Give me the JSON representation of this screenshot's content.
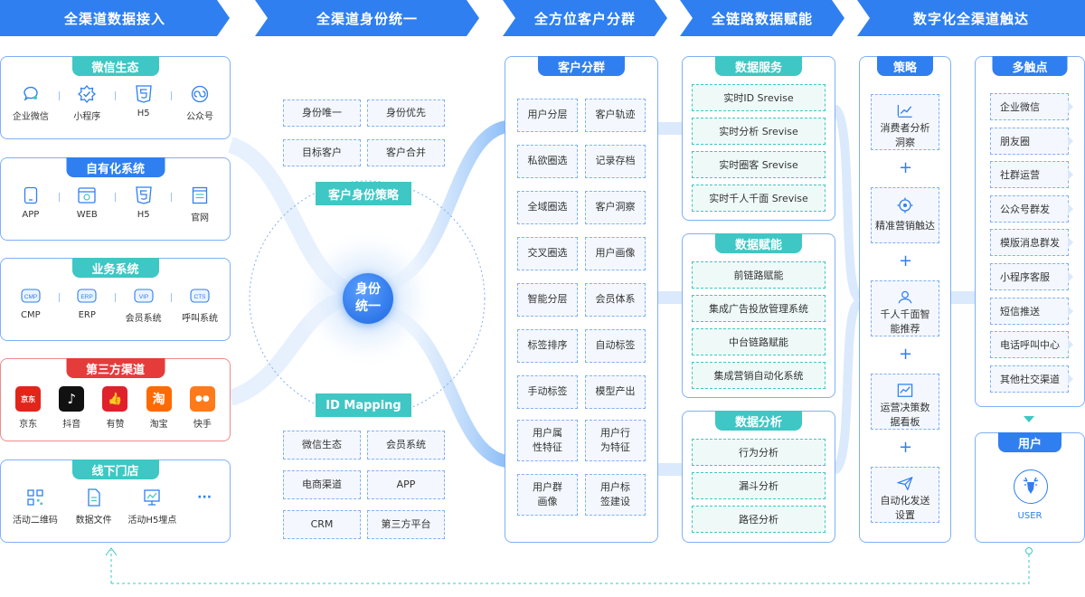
{
  "header": {
    "stages": [
      "全渠道数据接入",
      "全渠道身份统一",
      "全方位客户分群",
      "全链路数据赋能",
      "数字化全渠道触达"
    ]
  },
  "sources": [
    {
      "title": "微信生态",
      "theme": "teal",
      "items": [
        {
          "label": "企业微信",
          "icon": "enterprise-wechat-icon"
        },
        {
          "label": "小程序",
          "icon": "mini-program-icon"
        },
        {
          "label": "H5",
          "icon": "html5-icon"
        },
        {
          "label": "公众号",
          "icon": "official-account-icon"
        }
      ]
    },
    {
      "title": "自有化系统",
      "theme": "blue",
      "items": [
        {
          "label": "APP",
          "icon": "app-icon"
        },
        {
          "label": "WEB",
          "icon": "web-icon"
        },
        {
          "label": "H5",
          "icon": "html5-icon"
        },
        {
          "label": "官网",
          "icon": "website-icon"
        }
      ]
    },
    {
      "title": "业务系统",
      "theme": "teal",
      "items": [
        {
          "label": "CMP",
          "icon": "cmp-icon",
          "badge": "CMP"
        },
        {
          "label": "ERP",
          "icon": "erp-icon",
          "badge": "ERP"
        },
        {
          "label": "会员系统",
          "icon": "vip-icon",
          "badge": "VIP"
        },
        {
          "label": "呼叫系统",
          "icon": "cts-icon",
          "badge": "CTS"
        }
      ]
    },
    {
      "title": "第三方渠道",
      "theme": "red",
      "items": [
        {
          "label": "京东",
          "icon": "jd-icon",
          "badge": "京东",
          "color": "#e1251b"
        },
        {
          "label": "抖音",
          "icon": "douyin-icon",
          "badge": "♪",
          "color": "#111111"
        },
        {
          "label": "有赞",
          "icon": "youzan-icon",
          "badge": "👍",
          "color": "#e0202b"
        },
        {
          "label": "淘宝",
          "icon": "taobao-icon",
          "badge": "淘",
          "color": "#ff6a00"
        },
        {
          "label": "快手",
          "icon": "kuaishou-icon",
          "badge": "●●",
          "color": "#ff7a1a"
        }
      ]
    },
    {
      "title": "线下门店",
      "theme": "teal",
      "items": [
        {
          "label": "活动二维码",
          "icon": "qrcode-icon"
        },
        {
          "label": "数据文件",
          "icon": "file-icon"
        },
        {
          "label": "活动H5埋点",
          "icon": "presentation-icon"
        },
        {
          "label": "",
          "icon": "more-icon",
          "badge": "···"
        }
      ]
    }
  ],
  "identity": {
    "top_boxes": [
      "身份唯一",
      "身份优先",
      "目标客户",
      "客户合并"
    ],
    "strategy_label": "客户身份策略",
    "center_label": "身份\n统一",
    "mapping_label": "ID Mapping",
    "bottom_boxes": [
      "微信生态",
      "会员系统",
      "电商渠道",
      "APP",
      "CRM",
      "第三方平台"
    ]
  },
  "segments": {
    "title": "客户分群",
    "cells": [
      [
        "用户分层",
        "客户轨迹"
      ],
      [
        "私欲圈选",
        "记录存档"
      ],
      [
        "全域圈选",
        "客户洞察"
      ],
      [
        "交叉圈选",
        "用户画像"
      ],
      [
        "智能分层",
        "会员体系"
      ],
      [
        "标签排序",
        "自动标签"
      ],
      [
        "手动标签",
        "模型产出"
      ],
      [
        "用户属\n性特征",
        "用户行\n为特征"
      ],
      [
        "用户群\n画像",
        "用户标\n签建设"
      ]
    ]
  },
  "empower": [
    {
      "title": "数据服务",
      "items": [
        "实时ID Srevise",
        "实时分析 Srevise",
        "实时圈客 Srevise",
        "实时千人千面 Srevise"
      ]
    },
    {
      "title": "数据赋能",
      "items": [
        "前链路赋能",
        "集成广告投放管理系统",
        "中台链路赋能",
        "集成营销自动化系统"
      ]
    },
    {
      "title": "数据分析",
      "items": [
        "行为分析",
        "漏斗分析",
        "路径分析"
      ]
    }
  ],
  "strategy": {
    "title": "策略",
    "items": [
      {
        "label": "消费者分析\n洞察",
        "icon": "trend-chart-icon"
      },
      {
        "label": "精准营销触达",
        "icon": "target-icon"
      },
      {
        "label": "千人千面智\n能推荐",
        "icon": "users-icon"
      },
      {
        "label": "运营决策数\n据看板",
        "icon": "dashboard-icon"
      },
      {
        "label": "自动化发送\n设置",
        "icon": "send-icon"
      }
    ],
    "plus": "+"
  },
  "touchpoints": {
    "title": "多触点",
    "items": [
      "企业微信",
      "朋友圈",
      "社群运营",
      "公众号群发",
      "模版消息群发",
      "小程序客服",
      "短信推送",
      "电话呼叫中心",
      "其他社交渠道"
    ]
  },
  "user": {
    "title": "用户",
    "label": "USER",
    "icon": "deer-logo-icon"
  },
  "colors": {
    "primary": "#2f7ff0",
    "teal": "#3ec7c4",
    "red": "#e53b3b"
  }
}
